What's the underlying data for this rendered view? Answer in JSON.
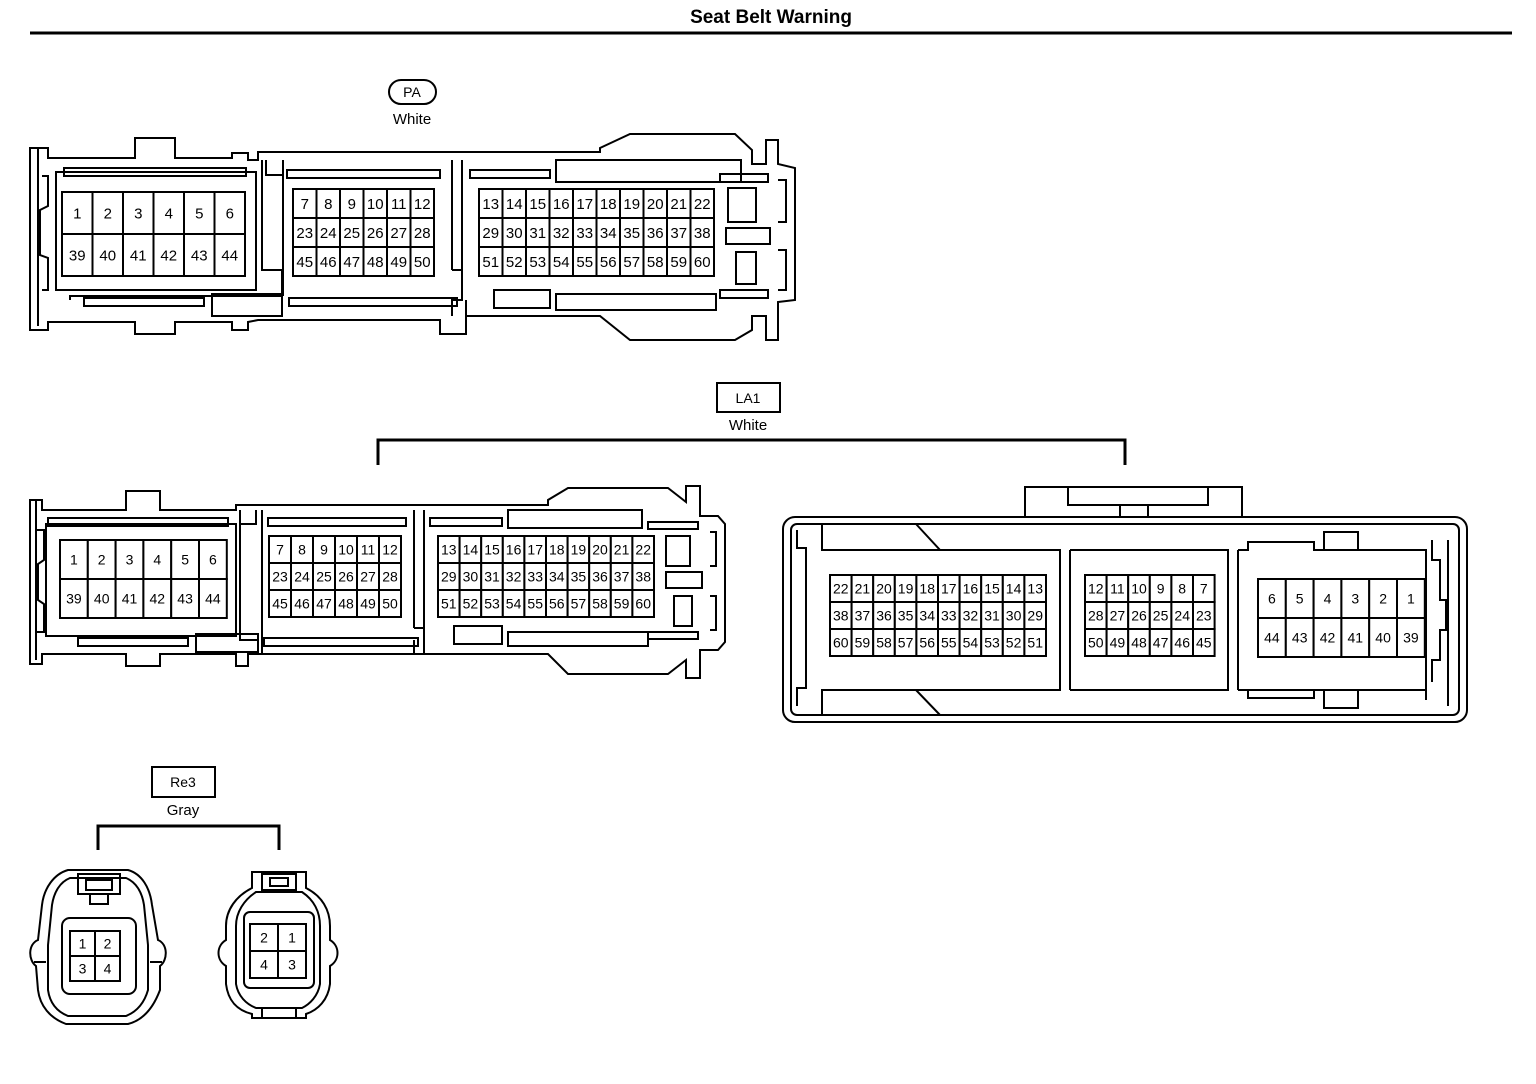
{
  "title": "Seat Belt Warning",
  "connectors": {
    "pa": {
      "id": "PA",
      "color": "White",
      "blocks": [
        [
          [
            "1",
            "2",
            "3",
            "4",
            "5",
            "6"
          ],
          [
            "39",
            "40",
            "41",
            "42",
            "43",
            "44"
          ]
        ],
        [
          [
            "7",
            "8",
            "9",
            "10",
            "11",
            "12"
          ],
          [
            "23",
            "24",
            "25",
            "26",
            "27",
            "28"
          ],
          [
            "45",
            "46",
            "47",
            "48",
            "49",
            "50"
          ]
        ],
        [
          [
            "13",
            "14",
            "15",
            "16",
            "17",
            "18",
            "19",
            "20",
            "21",
            "22"
          ],
          [
            "29",
            "30",
            "31",
            "32",
            "33",
            "34",
            "35",
            "36",
            "37",
            "38"
          ],
          [
            "51",
            "52",
            "53",
            "54",
            "55",
            "56",
            "57",
            "58",
            "59",
            "60"
          ]
        ]
      ]
    },
    "la1": {
      "id": "LA1",
      "color": "White",
      "female_blocks": [
        [
          [
            "1",
            "2",
            "3",
            "4",
            "5",
            "6"
          ],
          [
            "39",
            "40",
            "41",
            "42",
            "43",
            "44"
          ]
        ],
        [
          [
            "7",
            "8",
            "9",
            "10",
            "11",
            "12"
          ],
          [
            "23",
            "24",
            "25",
            "26",
            "27",
            "28"
          ],
          [
            "45",
            "46",
            "47",
            "48",
            "49",
            "50"
          ]
        ],
        [
          [
            "13",
            "14",
            "15",
            "16",
            "17",
            "18",
            "19",
            "20",
            "21",
            "22"
          ],
          [
            "29",
            "30",
            "31",
            "32",
            "33",
            "34",
            "35",
            "36",
            "37",
            "38"
          ],
          [
            "51",
            "52",
            "53",
            "54",
            "55",
            "56",
            "57",
            "58",
            "59",
            "60"
          ]
        ]
      ],
      "male_blocks": [
        [
          [
            "22",
            "21",
            "20",
            "19",
            "18",
            "17",
            "16",
            "15",
            "14",
            "13"
          ],
          [
            "38",
            "37",
            "36",
            "35",
            "34",
            "33",
            "32",
            "31",
            "30",
            "29"
          ],
          [
            "60",
            "59",
            "58",
            "57",
            "56",
            "55",
            "54",
            "53",
            "52",
            "51"
          ]
        ],
        [
          [
            "12",
            "11",
            "10",
            "9",
            "8",
            "7"
          ],
          [
            "28",
            "27",
            "26",
            "25",
            "24",
            "23"
          ],
          [
            "50",
            "49",
            "48",
            "47",
            "46",
            "45"
          ]
        ],
        [
          [
            "6",
            "5",
            "4",
            "3",
            "2",
            "1"
          ],
          [
            "44",
            "43",
            "42",
            "41",
            "40",
            "39"
          ]
        ]
      ]
    },
    "re3": {
      "id": "Re3",
      "color": "Gray",
      "female_pins": [
        [
          "1",
          "2"
        ],
        [
          "3",
          "4"
        ]
      ],
      "male_pins": [
        [
          "2",
          "1"
        ],
        [
          "4",
          "3"
        ]
      ]
    }
  }
}
